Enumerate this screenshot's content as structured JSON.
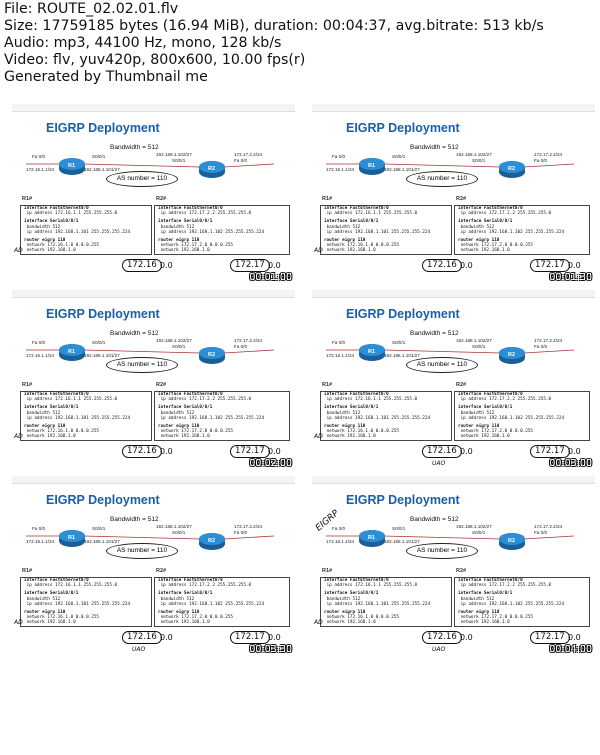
{
  "header": {
    "file": "File: ROUTE_02.02.01.flv",
    "size": "Size: 17759185 bytes (16.94 MiB), duration: 00:04:37, avg.bitrate: 513 kb/s",
    "audio": "Audio: mp3, 44100 Hz, mono, 128 kb/s",
    "video": "Video: flv, yuv420p, 800x600, 10.00 fps(r)",
    "generated": "Generated by Thumbnail me"
  },
  "slide": {
    "title": "EIGRP Deployment",
    "bandwidth": "Bandwidth = 512",
    "as_number": "AS number = 110",
    "router1": "R1",
    "router2": "R2",
    "r1_label": "R1#",
    "r2_label": "R2#",
    "fa_left": "Fa 0/0",
    "fa_right": "Fa 0/0",
    "s_left": "S0/0/1",
    "s_right": "S0/0/1",
    "net_left": "172.16.1.1/24",
    "net_serial_left": "192.168.1.101/27",
    "net_serial_right": "192.168.1.102/27",
    "net_right": "172.17.2.2/24",
    "r1_config": [
      "interface FastEthernet0/0",
      " ip address 172.16.1.1 255.255.255.0",
      "interface Serial0/0/1",
      " bandwidth 512",
      " ip address 192.168.1.101 255.255.255.224",
      "router eigrp 110",
      " network 172.16.1.0 0.0.0.255",
      " network 192.168.1.0"
    ],
    "r2_config": [
      "interface FastEthernet0/0",
      " ip address 172.17.2.2 255.255.255.0",
      "interface Serial0/0/1",
      " bandwidth 512",
      " ip address 192.168.1.102 255.255.255.224",
      "router eigrp 110",
      " network 172.17.2.0 0.0.0.255",
      " network 192.168.1.0"
    ]
  },
  "annotations": {
    "r1_circled": "172.16",
    "r1_suffix": "0.0",
    "r2_circled": "172.17",
    "r2_suffix": "0.0",
    "wildcard_note": "UAO",
    "eigrp_note": "EIGRP",
    "ad_note": "AD"
  },
  "thumbnails": [
    {
      "timestamp": "00:01:00"
    },
    {
      "timestamp": "00:01:30"
    },
    {
      "timestamp": "00:02:00"
    },
    {
      "timestamp": "00:03:00"
    },
    {
      "timestamp": "00:03:30"
    },
    {
      "timestamp": "00:04:00"
    }
  ]
}
